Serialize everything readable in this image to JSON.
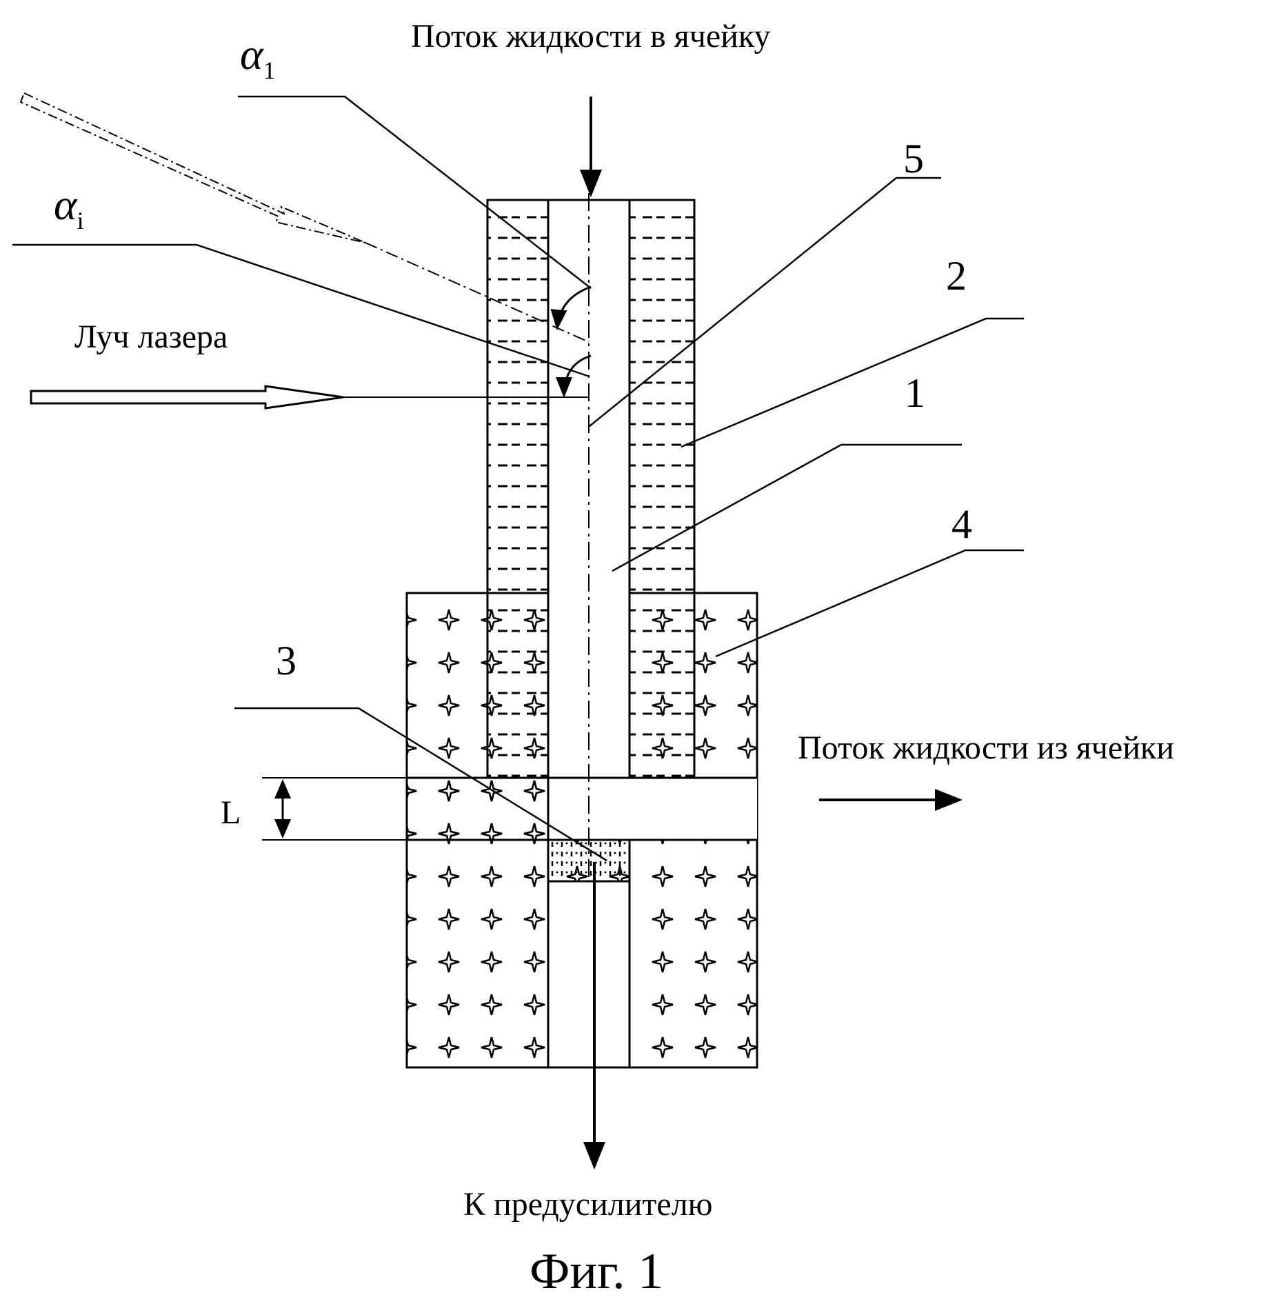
{
  "labels": {
    "flow_in": "Поток жидкости в ячейку",
    "flow_out": "Поток жидкости из  ячейки",
    "laser_beam": "Луч лазера",
    "to_preamp": "К предусилителю",
    "alpha": "α",
    "alpha_1_sub": "1",
    "alpha_i_sub": "i",
    "length": "L",
    "caption": "Фиг. 1"
  },
  "callouts": {
    "n1": "1",
    "n2": "2",
    "n3": "3",
    "n4": "4",
    "n5": "5"
  }
}
